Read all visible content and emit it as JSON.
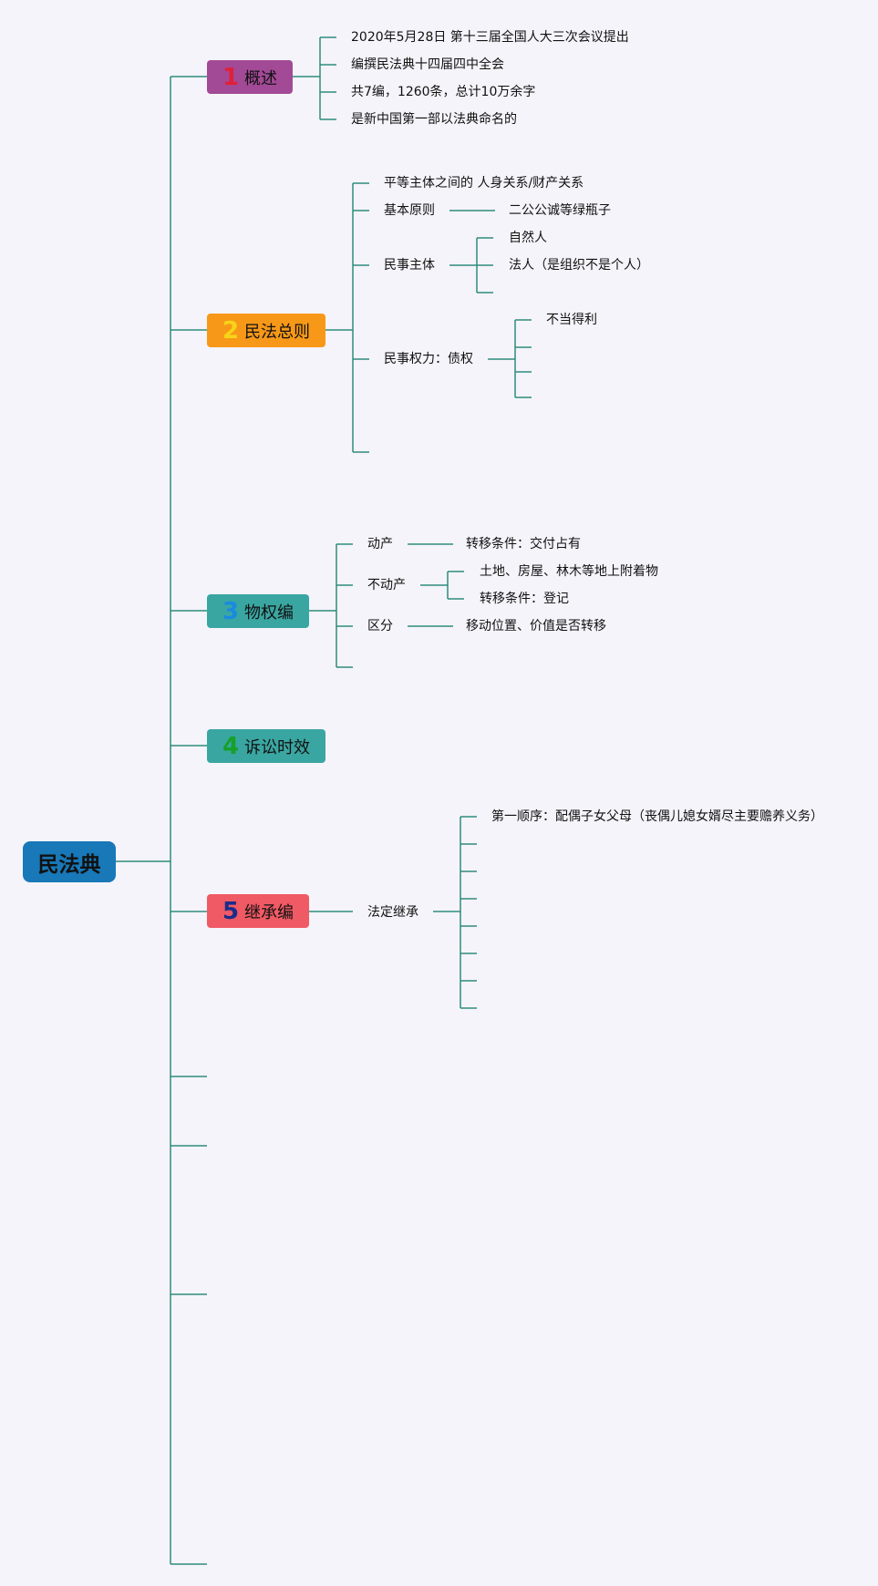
{
  "root": {
    "label": "民法典"
  },
  "branches": [
    {
      "num": "1",
      "label": "概述",
      "color": "#a24a96",
      "num_color": "#e0203a"
    },
    {
      "num": "2",
      "label": "民法总则",
      "color": "#f79818",
      "num_color": "#f7d418"
    },
    {
      "num": "3",
      "label": "物权编",
      "color": "#3aa6a2",
      "num_color": "#1a8ae0"
    },
    {
      "num": "4",
      "label": "诉讼时效",
      "color": "#3aa6a2",
      "num_color": "#17a02a"
    },
    {
      "num": "5",
      "label": "继承编",
      "color": "#f05a64",
      "num_color": "#1b2c8a"
    }
  ],
  "overview": {
    "items": [
      "2020年5月28日 第十三届全国人大三次会议提出",
      "编撰民法典十四届四中全会",
      "共7编，1260条，总计10万余字",
      "是新中国第一部以法典命名的"
    ]
  },
  "general": {
    "equal_subjects": "平等主体之间的 人身关系/财产关系",
    "basic_principles": "基本原则",
    "principles_detail": "二公公诚等绿瓶子",
    "civil_subjects": "民事主体",
    "natural_person": "自然人",
    "legal_person": "法人（是组织不是个人）",
    "civil_rights": "民事权力：债权",
    "unjust_enrichment": "不当得利"
  },
  "property": {
    "movable": "动产",
    "movable_transfer": "转移条件：交付占有",
    "immovable": "不动产",
    "immovable_items": "土地、房屋、林木等地上附着物",
    "immovable_transfer": "转移条件：登记",
    "distinction": "区分",
    "distinction_detail": "移动位置、价值是否转移"
  },
  "inheritance": {
    "statutory": "法定继承",
    "first_order": "第一顺序：配偶子女父母（丧偶儿媳女婿尽主要赡养义务）"
  },
  "colors": {
    "line": "#2e8c7c",
    "background": "#f5f4fa",
    "root": "#1878b8"
  }
}
